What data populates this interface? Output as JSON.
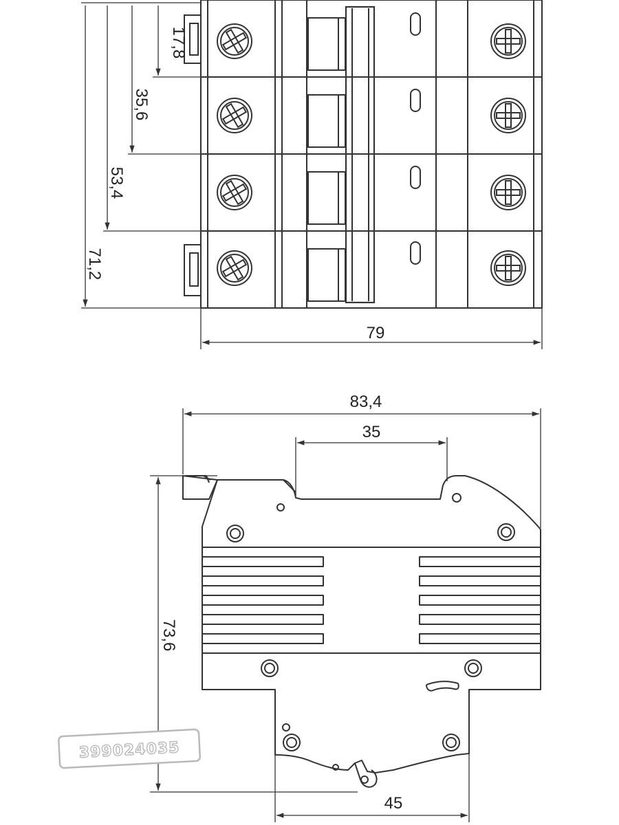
{
  "top_view": {
    "dimensions": {
      "pole_1": "17,8",
      "pole_2": "35,6",
      "pole_3": "53,4",
      "pole_4": "71,2",
      "width": "79"
    }
  },
  "side_view": {
    "dimensions": {
      "overall_width": "83,4",
      "rail_width": "35",
      "height": "73,6",
      "bottom_width": "45"
    }
  },
  "watermark": {
    "code": "399024035"
  },
  "colors": {
    "line": "#333333",
    "background": "#ffffff",
    "stamp_outline": "#b9b9b9"
  }
}
